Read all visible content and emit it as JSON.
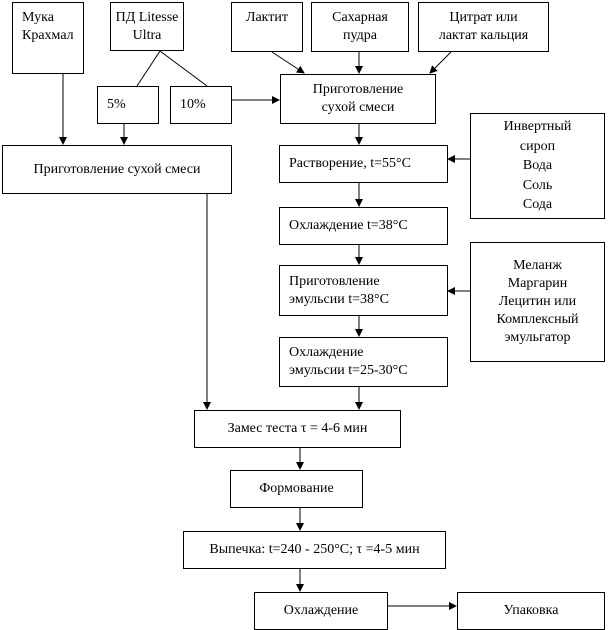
{
  "inputs": {
    "flour": [
      "Мука",
      "Крахмал"
    ],
    "pd": [
      "ПД Litesse",
      "Ultra"
    ],
    "pct5": "5%",
    "pct10": "10%",
    "lactitol": "Лактит",
    "sugar": [
      "Сахарная",
      "пудра"
    ],
    "citrate": [
      "Цитрат или",
      "лактат кальция"
    ],
    "syrup": [
      "Инвертный",
      "сироп",
      "Вода",
      "Соль",
      "Сода"
    ],
    "emuls": [
      "Меланж",
      "Маргарин",
      "Лецитин или",
      "Комплексный",
      "эмульгатор"
    ]
  },
  "steps": {
    "dry_left": "Приготовление сухой смеси",
    "dry_right": [
      "Приготовление",
      "сухой смеси"
    ],
    "dissolve": "Растворение,  t=55°C",
    "cool38": "Охлаждение t=38°C",
    "emulsion": [
      "Приготовление",
      "эмульсии t=38°C"
    ],
    "cool_emul": [
      "Охлаждение",
      "эмульсии t=25-30°C"
    ],
    "knead": "Замес теста τ = 4-6 мин",
    "forming": "Формование",
    "baking": "Выпечка: t=240 - 250°C; τ =4-5 мин",
    "cooling": "Охлаждение",
    "packing": "Упаковка"
  }
}
